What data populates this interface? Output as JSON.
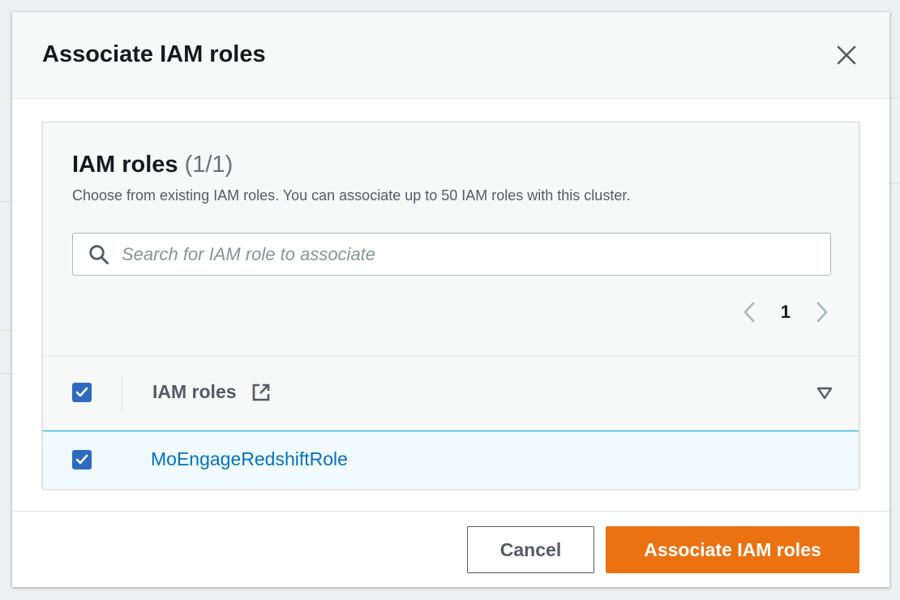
{
  "modal": {
    "title": "Associate IAM roles",
    "close_icon": "close-icon"
  },
  "panel": {
    "title": "IAM roles",
    "count": "(1/1)",
    "description": "Choose from existing IAM roles. You can associate up to 50 IAM roles with this cluster."
  },
  "search": {
    "placeholder": "Search for IAM role to associate",
    "value": "",
    "icon": "search-icon"
  },
  "pagination": {
    "current_page": "1",
    "prev_icon": "chevron-left-icon",
    "next_icon": "chevron-right-icon"
  },
  "table": {
    "columns": [
      {
        "label": "IAM roles",
        "icon": "external-link-icon",
        "sort_icon": "caret-down-icon"
      }
    ],
    "select_all_checked": true,
    "rows": [
      {
        "name": "MoEngageRedshiftRole",
        "checked": true
      }
    ]
  },
  "footer": {
    "cancel_label": "Cancel",
    "primary_label": "Associate IAM roles"
  },
  "colors": {
    "primary": "#ec7211",
    "link": "#0073bb",
    "checkbox": "#2d6bbf",
    "selected_row_bg": "#f1faff",
    "selected_row_border": "#00a1c9"
  }
}
